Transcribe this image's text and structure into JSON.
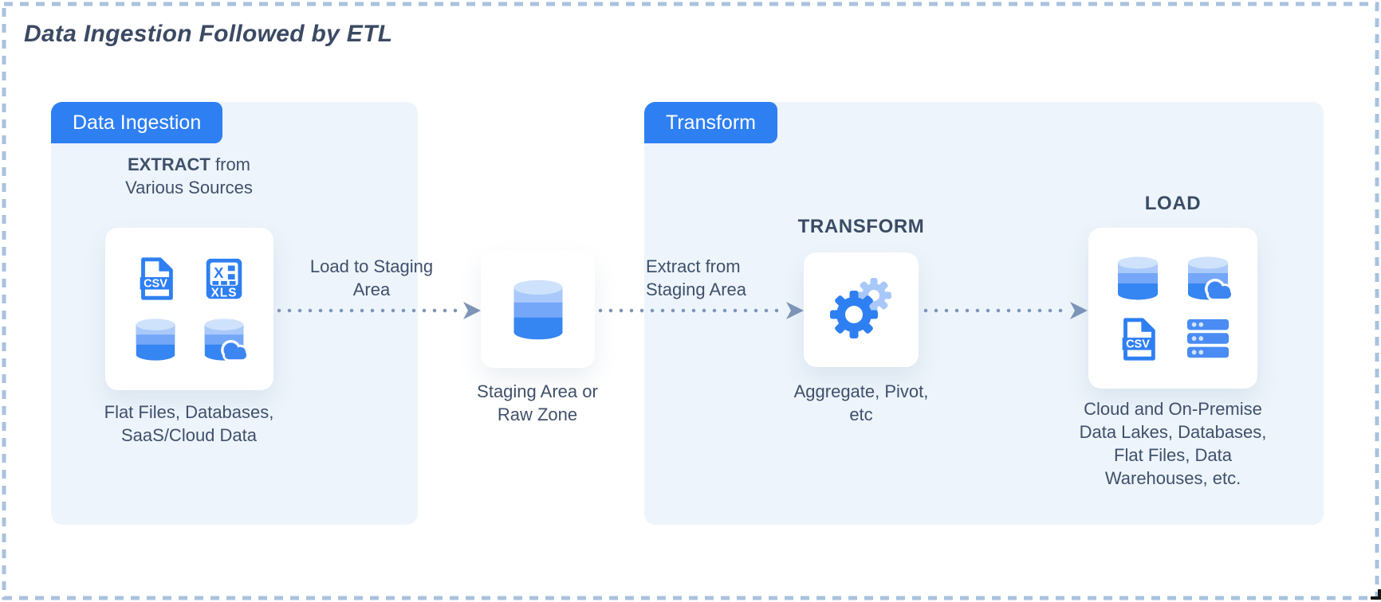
{
  "title": "Data Ingestion Followed by ETL",
  "colors": {
    "accent_blue": "#2e7ff2",
    "panel_bg": "#edf4fb",
    "card_bg": "#ffffff",
    "text": "#3f506b",
    "heading": "#3a4b64",
    "title_text": "#3b4a63",
    "arrow": "#7d95b7",
    "dashed_border": "#a9c2de",
    "db_bands": [
      "#cfe2fc",
      "#a9c9fa",
      "#74a7f7",
      "#3585f2"
    ],
    "gear_primary": "#2e7ff2",
    "gear_secondary": "#a8c8f9",
    "cloud_blue": "#3d86f2",
    "server_blue": "#4a8cf3"
  },
  "ingestion_panel": {
    "label": "Data Ingestion",
    "heading_bold": "EXTRACT",
    "heading_rest": "from",
    "heading_line2": "Various Sources",
    "caption_line1": "Flat Files, Databases,",
    "caption_line2": "SaaS/Cloud Data",
    "icons": [
      "csv-file",
      "xls-file",
      "database",
      "database-cloud"
    ]
  },
  "staging": {
    "caption_line1": "Staging Area or",
    "caption_line2": "Raw Zone",
    "icon": "database"
  },
  "arrow_labels": {
    "to_staging_line1": "Load to Staging",
    "to_staging_line2": "Area",
    "from_staging_line1": "Extract from",
    "from_staging_line2": "Staging Area"
  },
  "transform_panel": {
    "label": "Transform",
    "transform_heading": "TRANSFORM",
    "transform_caption_line1": "Aggregate, Pivot,",
    "transform_caption_line2": "etc",
    "transform_icon": "gears",
    "load_heading": "LOAD",
    "load_caption_lines": [
      "Cloud and On-Premise",
      "Data Lakes, Databases,",
      "Flat Files, Data",
      "Warehouses, etc."
    ],
    "load_icons": [
      "database",
      "database-cloud",
      "csv-file",
      "server-stack"
    ]
  },
  "icon_text": {
    "csv": "CSV",
    "xls": "XLS",
    "x_cell": "X"
  }
}
